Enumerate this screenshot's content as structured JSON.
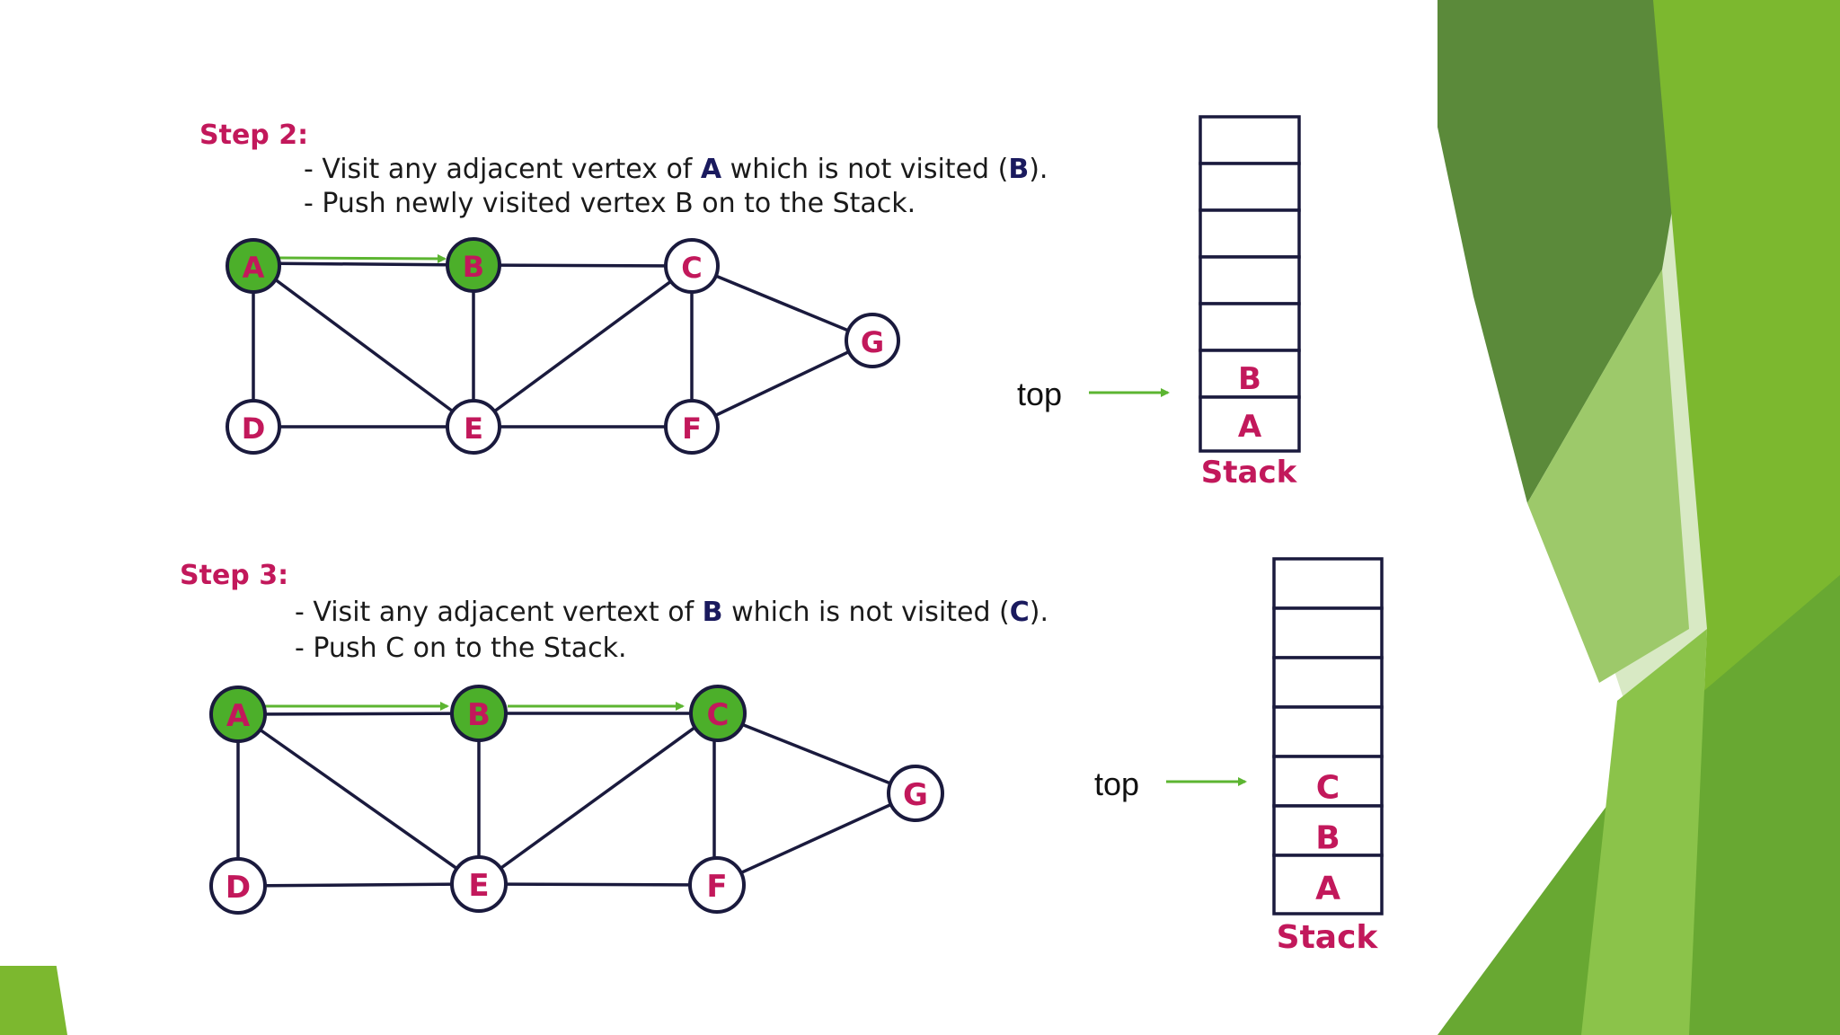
{
  "colors": {
    "visited_fill": "#4caf2a",
    "unvisited_fill": "#ffffff",
    "label_color": "#c2185b",
    "edge_color": "#1a1a3d",
    "traversal_arrow": "#5cb531",
    "green_dark": "#4a8a2a",
    "green_mid": "#7cb82f",
    "green_light": "#c5dea4"
  },
  "steps": [
    {
      "title": "Step 2:",
      "line1": {
        "pre": "- Visit any adjacent vertex of ",
        "b1": "A",
        "mid": " which is not visited (",
        "b2": "B",
        "post": ")."
      },
      "line2": "- Push newly visited vertex B on to the Stack.",
      "visited": [
        "A",
        "B"
      ],
      "stack": [
        "B",
        "A"
      ],
      "stack_caption": "Stack",
      "top_label": "top"
    },
    {
      "title": "Step 3:",
      "line1": {
        "pre": "- Visit any adjacent vertext of ",
        "b1": "B",
        "mid": " which is not visited (",
        "b2": "C",
        "post": ")."
      },
      "line2": "- Push C on to the Stack.",
      "visited": [
        "A",
        "B",
        "C"
      ],
      "stack": [
        "C",
        "B",
        "A"
      ],
      "stack_caption": "Stack",
      "top_label": "top"
    }
  ],
  "graph": {
    "nodes": [
      "A",
      "B",
      "C",
      "D",
      "E",
      "F",
      "G"
    ],
    "edges": [
      [
        "A",
        "B"
      ],
      [
        "B",
        "C"
      ],
      [
        "A",
        "D"
      ],
      [
        "A",
        "E"
      ],
      [
        "B",
        "E"
      ],
      [
        "C",
        "E"
      ],
      [
        "C",
        "F"
      ],
      [
        "C",
        "G"
      ],
      [
        "D",
        "E"
      ],
      [
        "E",
        "F"
      ],
      [
        "F",
        "G"
      ]
    ]
  }
}
